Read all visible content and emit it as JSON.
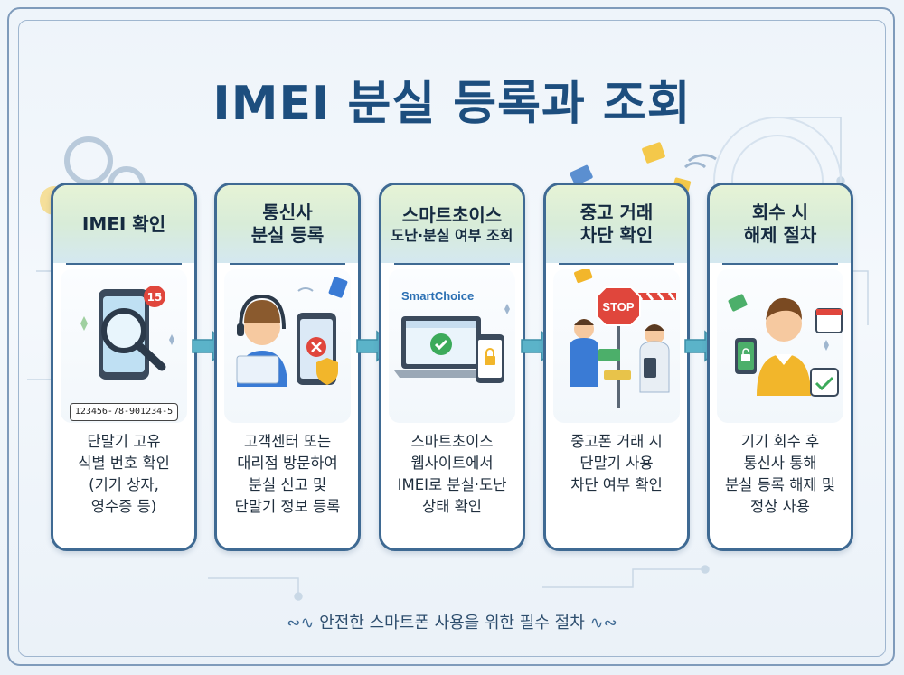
{
  "title": "IMEI 분실 등록과 조회",
  "steps": [
    {
      "head": [
        "IMEI 확인"
      ],
      "desc": [
        "단말기 고유",
        "식별 번호 확인",
        "(기기 상자,",
        "영수증 등)"
      ],
      "badge": "15",
      "imei": "123456-78-901234-5"
    },
    {
      "head": [
        "통신사",
        "분실 등록"
      ],
      "desc": [
        "고객센터 또는",
        "대리점 방문하여",
        "분실 신고 및",
        "단말기 정보 등록"
      ]
    },
    {
      "head": [
        "스마트초이스",
        "도난·분실 여부 조회"
      ],
      "desc": [
        "스마트초이스",
        "웹사이트에서",
        "IMEI로 분실·도난",
        "상태 확인"
      ],
      "logo": "SmartChoice"
    },
    {
      "head": [
        "중고 거래",
        "차단 확인"
      ],
      "desc": [
        "중고폰 거래 시",
        "단말기 사용",
        "차단 여부 확인"
      ],
      "sign": "STOP"
    },
    {
      "head": [
        "회수 시",
        "해제 절차"
      ],
      "desc": [
        "기기 회수 후",
        "통신사 통해",
        "분실 등록 해제 및",
        "정상 사용"
      ]
    }
  ],
  "footer": "안전한 스마트폰 사용을 위한 필수 절차",
  "colors": {
    "title": "#1d4e7e",
    "card_border": "#3f6a93",
    "arrow": "#5bb3c9",
    "accent": "#2a6fb3"
  }
}
